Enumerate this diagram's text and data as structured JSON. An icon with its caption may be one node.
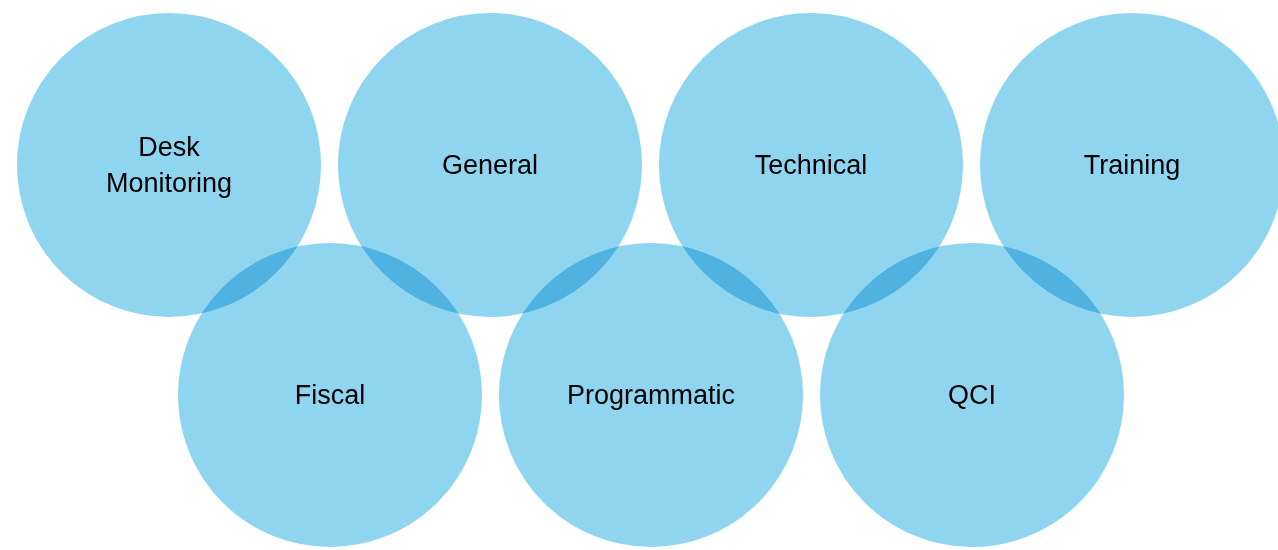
{
  "diagram": {
    "nodes": [
      {
        "text": [
          "Desk Monitoring"
        ]
      },
      {
        "text": [
          "General"
        ]
      },
      {
        "text": [
          "Technical"
        ]
      },
      {
        "text": [
          "Training"
        ]
      },
      {
        "text": [
          "Fiscal"
        ]
      },
      {
        "text": [
          "Programmatic"
        ]
      },
      {
        "text": [
          "QCI"
        ]
      }
    ]
  }
}
